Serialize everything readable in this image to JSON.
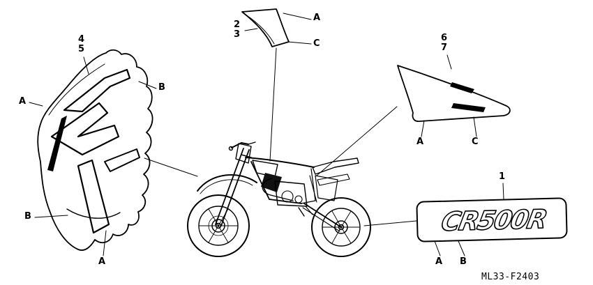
{
  "diagram": {
    "part_code": "ML33-F2403",
    "logo_decal": {
      "text": "CR500R"
    },
    "callouts": {
      "n1": "1",
      "n2": "2",
      "n3": "3",
      "n4": "4",
      "n5": "5",
      "n6": "6",
      "n7": "7",
      "A": "A",
      "B": "B",
      "C": "C"
    }
  }
}
